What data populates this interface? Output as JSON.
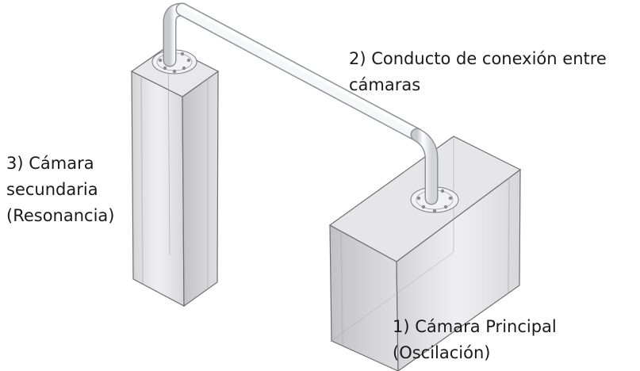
{
  "labels": {
    "conduit": {
      "line1": "2) Conducto de conexión entre",
      "line2": "cámaras"
    },
    "secondary_chamber": {
      "line1": "3) Cámara",
      "line2": "secundaria",
      "line3": "(Resonancia)"
    },
    "main_chamber": {
      "line1": "1) Cámara Principal",
      "line2": "(Oscilación)"
    }
  },
  "colors": {
    "chamber_face_front": "#cfcfd2",
    "chamber_face_side": "#b8b8bc",
    "chamber_face_top": "#e6e6e8",
    "chamber_edge": "#6e6e74",
    "pipe": "#f4f5f7",
    "pipe_shade": "#c9cace",
    "text": "#1a1a1a"
  }
}
